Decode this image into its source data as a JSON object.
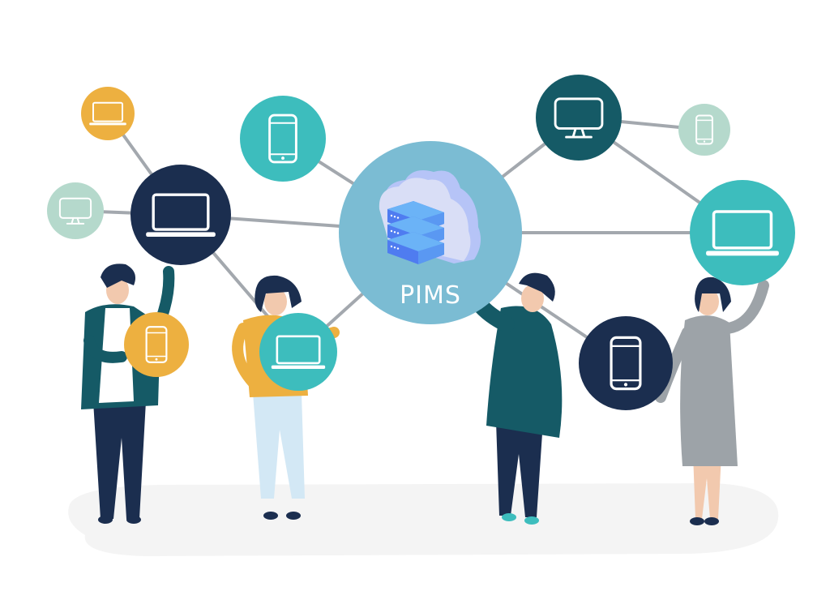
{
  "hub": {
    "label": "PIMS",
    "icon": "cloud-server-icon"
  },
  "colors": {
    "hub": "#7BBCD3",
    "navy": "#1B2E4F",
    "teal": "#3DBDBD",
    "dark_teal": "#155A66",
    "orange": "#EDB040",
    "mint": "#B5D9CC",
    "line": "#A3A8AE",
    "floor": "#F4F4F4"
  },
  "nodes": [
    {
      "id": "orange-laptop",
      "icon": "laptop-icon",
      "color": "orange"
    },
    {
      "id": "teal-phone",
      "icon": "smartphone-icon",
      "color": "teal"
    },
    {
      "id": "mint-monitor",
      "icon": "monitor-icon",
      "color": "mint"
    },
    {
      "id": "navy-laptop",
      "icon": "laptop-icon",
      "color": "navy"
    },
    {
      "id": "dark-teal-monitor",
      "icon": "monitor-icon",
      "color": "dark_teal"
    },
    {
      "id": "mint-phone",
      "icon": "smartphone-icon",
      "color": "mint"
    },
    {
      "id": "teal-laptop-right",
      "icon": "laptop-icon",
      "color": "teal"
    },
    {
      "id": "orange-phone",
      "icon": "smartphone-icon",
      "color": "orange"
    },
    {
      "id": "teal-laptop-center",
      "icon": "laptop-icon",
      "color": "teal"
    },
    {
      "id": "navy-phone",
      "icon": "smartphone-icon",
      "color": "navy"
    }
  ]
}
